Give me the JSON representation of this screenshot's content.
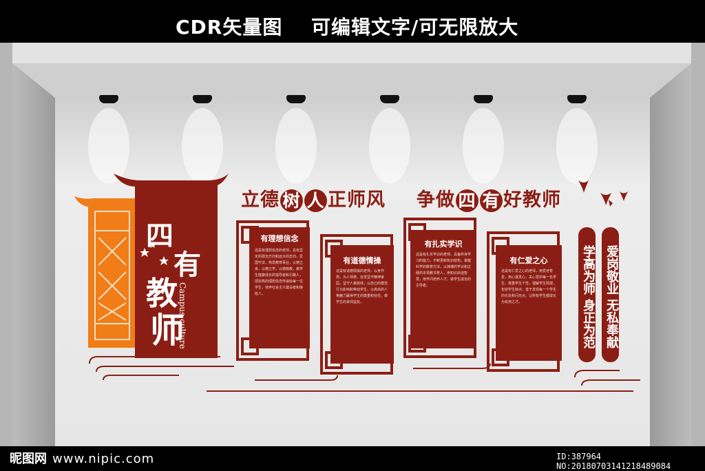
{
  "banner": {
    "left": "CDR矢量图",
    "right": "可编辑文字/可无限放大"
  },
  "wall": {
    "slogan_left_a": "立德",
    "slogan_left_c1": "树",
    "slogan_left_c2": "人",
    "slogan_left_b": "正师风",
    "slogan_right_a": "争做",
    "slogan_right_c1": "四",
    "slogan_right_c2": "有",
    "slogan_right_b": "好教师",
    "main_chars": [
      "四",
      "有",
      "教",
      "师"
    ],
    "campus": "Campus culture",
    "panels": [
      {
        "title": "有理想信念",
        "body": "这是有理想信念的老师，具有坚定的政治方向和远大的志向，爱国守法，热爱教育事业，以德立身，以德立学，以德施教，做学生健康成长的指导者和引路人，把崇高的理想信念传递给每一位学生，培养社会主义建设者和接班人。"
      },
      {
        "title": "有道德情操",
        "body": "这是有道德情操的老师，以身作则，为人师表，自觉坚守精神家园，坚守人格底线，以自己的模范行为影响和带动学生，以高尚的人格魅力赢得学生的尊重和信任，做学生的良师益友。"
      },
      {
        "title": "有扎实学识",
        "body": "这是有扎实学识的老师，具备终身学习的能力，不断更新知识结构，掌握科学的教育方法，以渊博的学识和过硬的本领教书育人，用知识启迪智慧，用学问培养人才，做学生成长的引导者。"
      },
      {
        "title": "有仁爱之心",
        "body": "这是有仁爱之心的老师，用爱培育爱，用心激发心，关心爱护每一名学生，尊重学生个性，理解学生情感，包容学生缺点，善于发现每一个学生的长处和闪光点，让所有学生都成长为有用之才。"
      }
    ],
    "scroll_left": "学高为师 身正为范",
    "scroll_right": "爱岗敬业 无私奉献"
  },
  "watermark": {
    "site": "昵图网",
    "url": "www.nipic.com",
    "id": "ID:387964 NO:20180703141218489084"
  },
  "colors": {
    "brand": "#8b1e14",
    "accent": "#f07d17",
    "wall": "#e9e9e9"
  }
}
